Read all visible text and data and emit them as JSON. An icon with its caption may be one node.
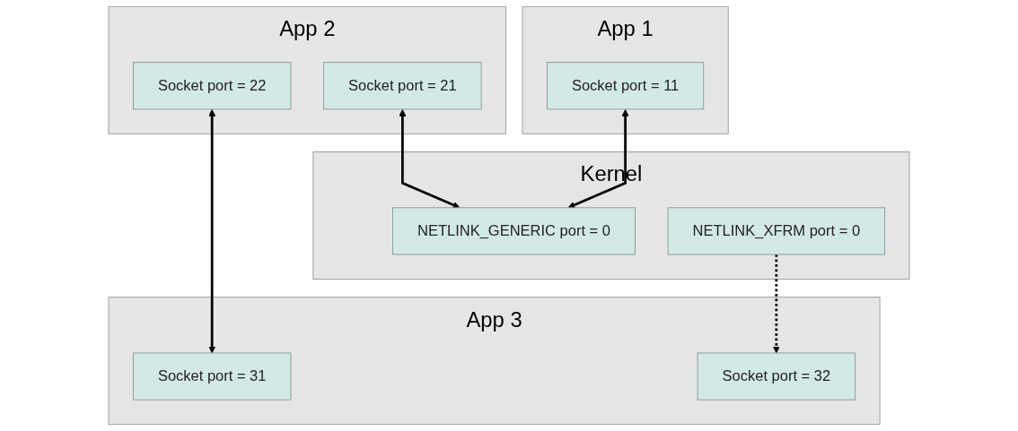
{
  "diagram": {
    "nodes": [
      {
        "text": [
          "App 1"
        ]
      },
      {
        "text": [
          "Socket port = 11"
        ],
        "in": 0
      },
      {
        "text": [
          "App 2"
        ]
      },
      {
        "text": [
          "Socket port = 21"
        ],
        "in": 2
      },
      {
        "text": [
          "Socket port = 22"
        ],
        "in": 2
      },
      {
        "text": [
          "App 3"
        ]
      },
      {
        "text": [
          "Socket port = 31"
        ],
        "in": 5
      },
      {
        "text": [
          "Socket port = 32"
        ],
        "in": 5
      },
      {
        "text": [
          "Kernel"
        ]
      },
      {
        "text": [
          "NETLINK_GENERIC port = 0"
        ],
        "in": 8
      },
      {
        "text": [
          "NETLINK_XFRM port = 0"
        ],
        "in": 8
      }
    ],
    "edges": [
      {
        "from": 1,
        "to": 9,
        "arrow": "both"
      },
      {
        "from": 3,
        "to": 9,
        "arrow": "both"
      },
      {
        "from": 4,
        "to": 6,
        "arrow": "both"
      },
      {
        "from": 10,
        "to": 7,
        "arrow": "to",
        "style": "dashed"
      }
    ]
  }
}
